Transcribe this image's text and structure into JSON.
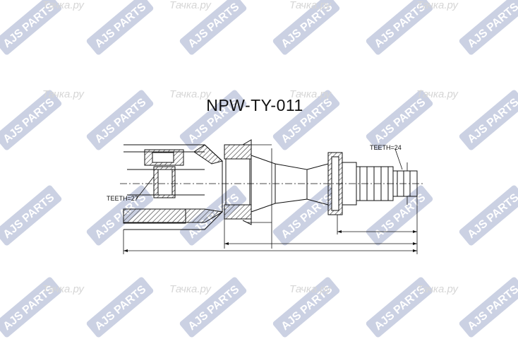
{
  "title": "NPW-TY-011",
  "labels": {
    "teeth_left": "TEETH=27",
    "teeth_right": "TEETH=24"
  },
  "watermark": {
    "brand_text": "AJS PARTS",
    "site_text": "Тачка.ру",
    "badge_color": "#b9c1da",
    "text_color": "#ffffff",
    "site_color": "#d6d6d6"
  },
  "drawing": {
    "line_color": "#111111",
    "hatch_color": "#333333"
  }
}
